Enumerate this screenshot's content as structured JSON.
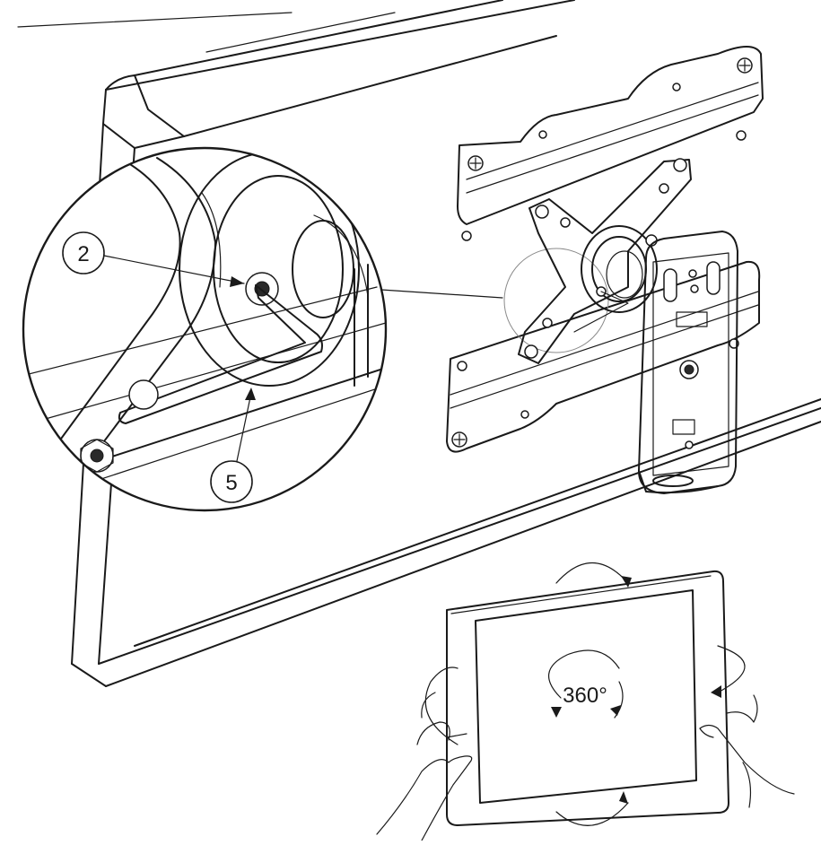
{
  "callouts": {
    "part_2": "2",
    "part_5": "5"
  },
  "rotation": {
    "label": "360°"
  },
  "colors": {
    "line": "#1a1a1a",
    "background": "#ffffff"
  }
}
